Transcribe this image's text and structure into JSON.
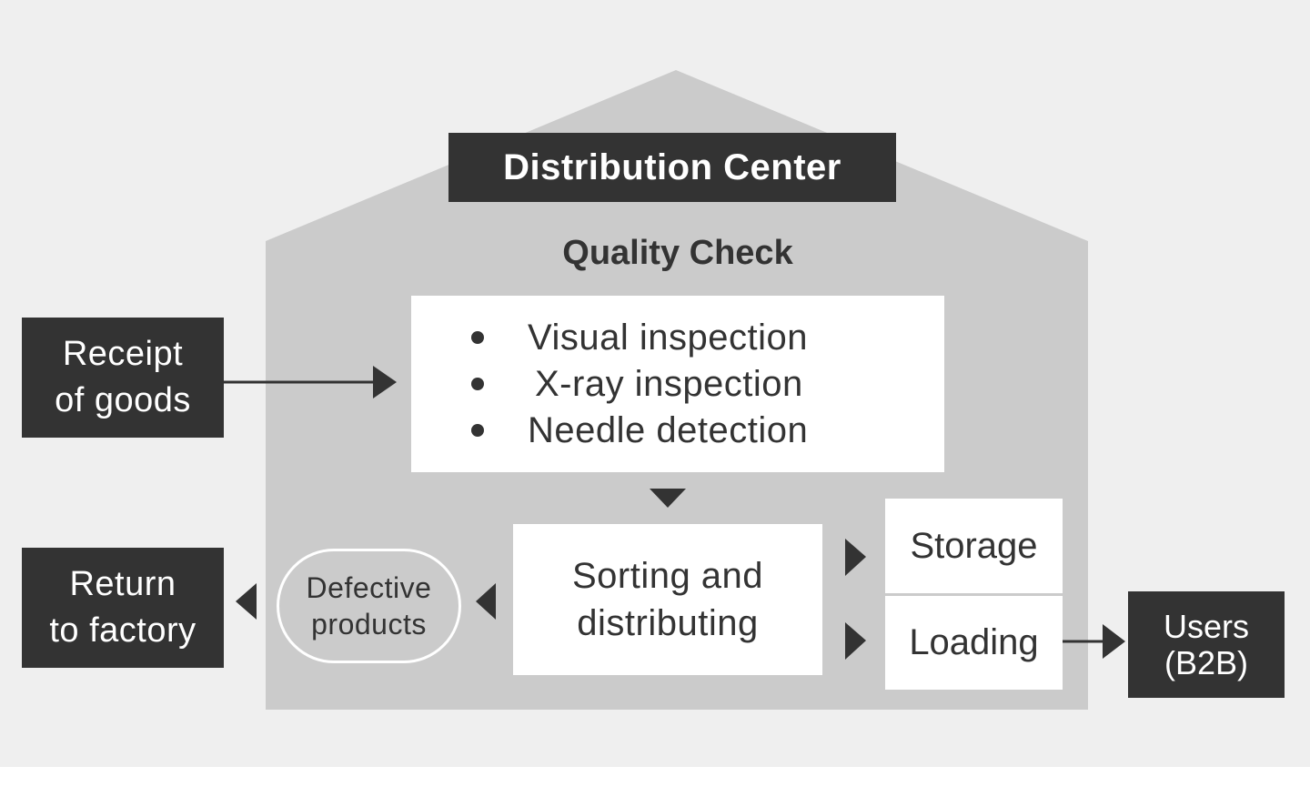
{
  "title": "Distribution Center",
  "quality_check": {
    "label": "Quality Check",
    "items": [
      "Visual inspection",
      "X-ray inspection",
      "Needle detection"
    ]
  },
  "receipt": {
    "line1": "Receipt",
    "line2": "of goods"
  },
  "return_to_factory": {
    "line1": "Return",
    "line2": "to factory"
  },
  "sorting": {
    "line1": "Sorting and",
    "line2": "distributing"
  },
  "defective": {
    "line1": "Defective",
    "line2": "products"
  },
  "storage": "Storage",
  "loading": "Loading",
  "users": {
    "line1": "Users",
    "line2": "(B2B)"
  },
  "colors": {
    "background": "#efefef",
    "house": "#cbcbcb",
    "dark_box": "#333333",
    "white_box": "#ffffff",
    "text_dark": "#333333"
  }
}
